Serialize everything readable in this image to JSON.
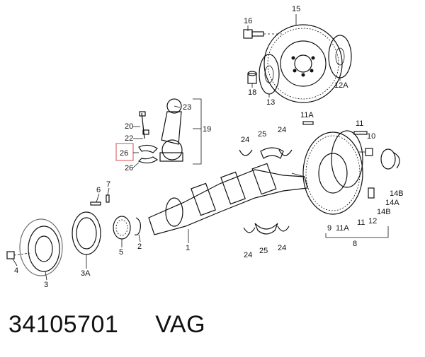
{
  "diagram": {
    "highlight_color": "#e06a70",
    "callouts": {
      "c1": "1",
      "c2": "2",
      "c3": "3",
      "c3a": "3A",
      "c4": "4",
      "c5": "5",
      "c6": "6",
      "c7": "7",
      "c8": "8",
      "c9": "9",
      "c10": "10",
      "c11a": "11",
      "c11b": "11",
      "c11A_top": "11A",
      "c11A_bot": "11A",
      "c12": "12",
      "c12A": "12A",
      "c13": "13",
      "c14A": "14A",
      "c14B_a": "14B",
      "c14B_b": "14B",
      "c15": "15",
      "c16": "16",
      "c18": "18",
      "c19": "19",
      "c20": "20",
      "c22": "22",
      "c23": "23",
      "c24a": "24",
      "c24b": "24",
      "c24c": "24",
      "c24d": "24",
      "c25a": "25",
      "c25b": "25",
      "c26_highlight": "26",
      "c26": "26"
    }
  },
  "footer": {
    "part_number": "34105701",
    "brand": "VAG"
  }
}
